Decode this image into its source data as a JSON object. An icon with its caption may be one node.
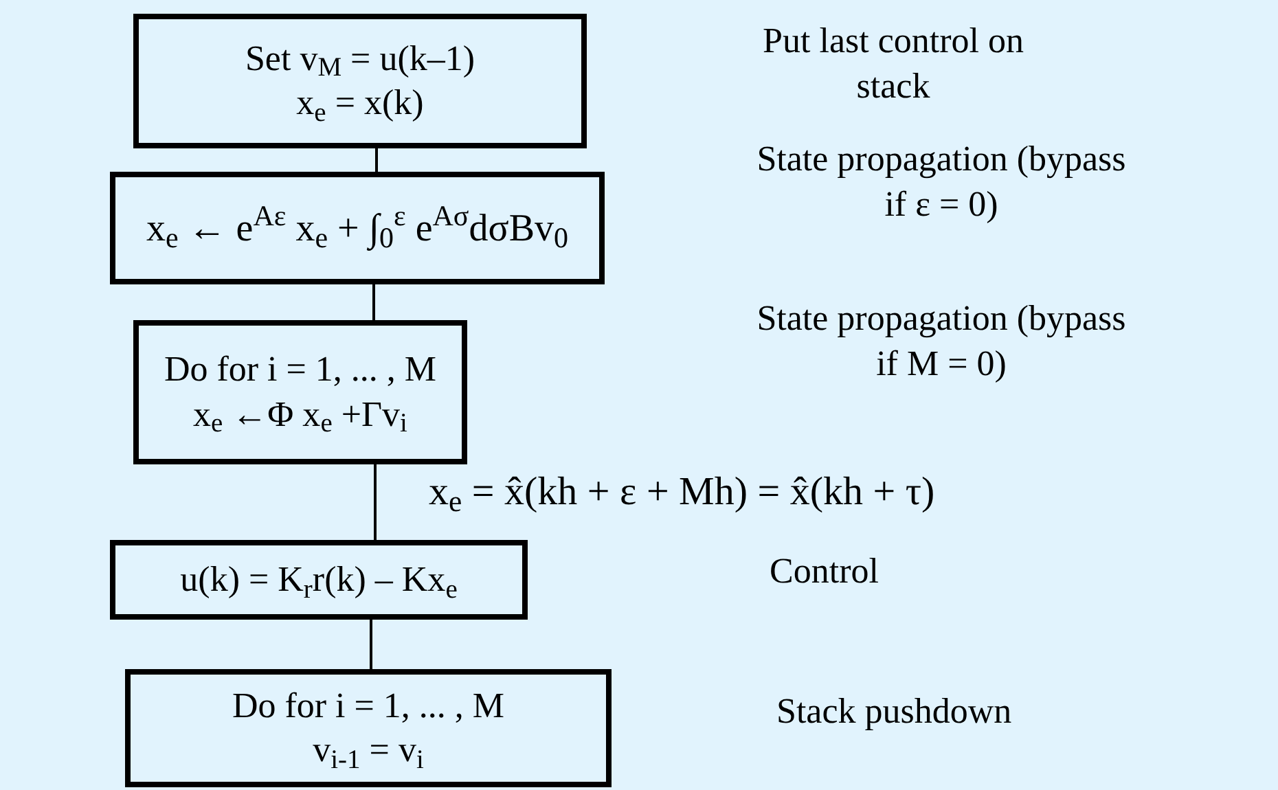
{
  "diagram": {
    "nodes": [
      {
        "text": [
          "Set v$_{M}$ = u(k–1)",
          "x$_{e}$ = x(k)"
        ]
      },
      {
        "text": [
          "x$_{e}$ ← e$^{Aε}$ x$_{e}$ + ∫$_{0}$$^{ε}$ e$^{Aσ}$dσBv$_{0}$"
        ]
      },
      {
        "text": [
          "Do for i = 1, ... , M",
          "x$_{e}$ ←Φ x$_{e}$ +Γv$_{i}$"
        ]
      },
      {
        "text": [
          "u(k) = K$_{r}$r(k) – Kx$_{e}$"
        ]
      },
      {
        "text": [
          "Do for i = 1, ... , M",
          "v$_{i-1}$ = v$_{i}$"
        ]
      }
    ],
    "edges": [
      {
        "from": 0,
        "to": 1,
        "arrow": "none"
      },
      {
        "from": 1,
        "to": 2,
        "arrow": "none"
      },
      {
        "from": 2,
        "to": 3,
        "arrow": "none"
      },
      {
        "from": 3,
        "to": 4,
        "arrow": "none"
      }
    ],
    "labels": [
      "Put last control on stack",
      "State propagation (bypass if ε = 0)",
      "State propagation (bypass if M = 0)",
      "x$_{e}$ = x̂(kh + ε + Mh) = x̂(kh + τ)",
      "Control",
      "Stack pushdown"
    ]
  }
}
